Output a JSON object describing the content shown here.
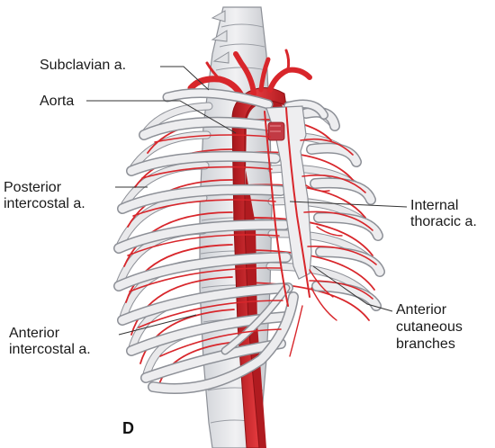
{
  "figure": {
    "panel_letter": "D",
    "labels": {
      "subclavian": "Subclavian a.",
      "aorta": "Aorta",
      "posterior_line1": "Posterior",
      "posterior_line2": "intercostal a.",
      "internal_line1": "Internal",
      "internal_line2": "thoracic a.",
      "anterior_line1": "Anterior",
      "anterior_line2": "intercostal a.",
      "cutaneous_line1": "Anterior",
      "cutaneous_line2": "cutaneous",
      "cutaneous_line3": "branches"
    },
    "colors": {
      "artery": "#d8262b",
      "artery_dark": "#a5161b",
      "bone": "#e7e7e9",
      "bone_shadow": "#b9bcc2",
      "bone_outline": "#8d9097",
      "leader": "#333333",
      "sternal_marker": "#c23a44"
    }
  }
}
